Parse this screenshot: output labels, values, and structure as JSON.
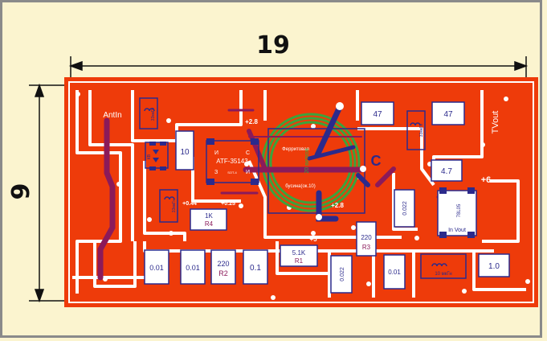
{
  "dimensions": {
    "width_label": "19",
    "height_label": "9"
  },
  "parts": [
    {
      "name": "ant-in-label",
      "text": "AntIn"
    },
    {
      "name": "tvout-label",
      "text": "TVout"
    },
    {
      "name": "inductor-top-left-label",
      "text": "33мкГн"
    },
    {
      "name": "diode-label",
      "text": "КВ"
    },
    {
      "name": "resistor-10",
      "text": "10"
    },
    {
      "name": "transistor-label",
      "text": "ATF-35143"
    },
    {
      "name": "transistor-sub",
      "text": "SOT-4"
    },
    {
      "name": "transistor-pin-i",
      "text": "И"
    },
    {
      "name": "transistor-pin-s",
      "text": "С"
    },
    {
      "name": "transistor-pin-z",
      "text": "З"
    },
    {
      "name": "transistor-pin-i2",
      "text": "И"
    },
    {
      "name": "plus-2-8-top",
      "text": "+2.8"
    },
    {
      "name": "ferrite-label",
      "text": "Ферритовая"
    },
    {
      "name": "ferrite-label-2",
      "text": "бусина(ок.10)"
    },
    {
      "name": "ferrite-coil",
      "text": "20 витков"
    },
    {
      "name": "c-label",
      "text": "C"
    },
    {
      "name": "plus-2-8-bottom",
      "text": "+2.8"
    },
    {
      "name": "plus-0-44",
      "text": "+0.44"
    },
    {
      "name": "plus-0-25",
      "text": "+0.25"
    },
    {
      "name": "inductor-left-label",
      "text": "33мкГн"
    },
    {
      "name": "r4-value",
      "text": "1K"
    },
    {
      "name": "r4-ref",
      "text": "R4"
    },
    {
      "name": "cap-47-a",
      "text": "47"
    },
    {
      "name": "cap-47-b",
      "text": "47"
    },
    {
      "name": "inductor-right-label",
      "text": "33мкГн"
    },
    {
      "name": "res-4-7",
      "text": "4.7"
    },
    {
      "name": "plus-6",
      "text": "+6"
    },
    {
      "name": "cap-0-022-right",
      "text": "0.022"
    },
    {
      "name": "reg-label",
      "text": "78L05"
    },
    {
      "name": "reg-label-2",
      "text": "In  Vout"
    },
    {
      "name": "r3-value",
      "text": "220"
    },
    {
      "name": "r3-ref",
      "text": "R3"
    },
    {
      "name": "plus-5",
      "text": "+5"
    },
    {
      "name": "r1-value",
      "text": "5.1K"
    },
    {
      "name": "r1-ref",
      "text": "R1"
    },
    {
      "name": "cap-0-01-a",
      "text": "0.01"
    },
    {
      "name": "cap-0-01-b",
      "text": "0.01"
    },
    {
      "name": "r2-value",
      "text": "220"
    },
    {
      "name": "r2-ref",
      "text": "R2"
    },
    {
      "name": "cap-0-1",
      "text": "0.1"
    },
    {
      "name": "cap-0-022-bottom",
      "text": "0.022"
    },
    {
      "name": "cap-0-01-c",
      "text": "0.01"
    },
    {
      "name": "inductor-10",
      "text": "10 мкГн"
    },
    {
      "name": "cap-1-0",
      "text": "1.0"
    }
  ],
  "colors": {
    "background": "#fbf4cf",
    "board": "#ee3b0a",
    "trace_gap": "#ffffff",
    "component_outline": "#2b2a8c",
    "jumper_purple": "#8b1a5a",
    "jumper_blue": "#2b2a8c",
    "coil_green": "#3ca33c"
  }
}
